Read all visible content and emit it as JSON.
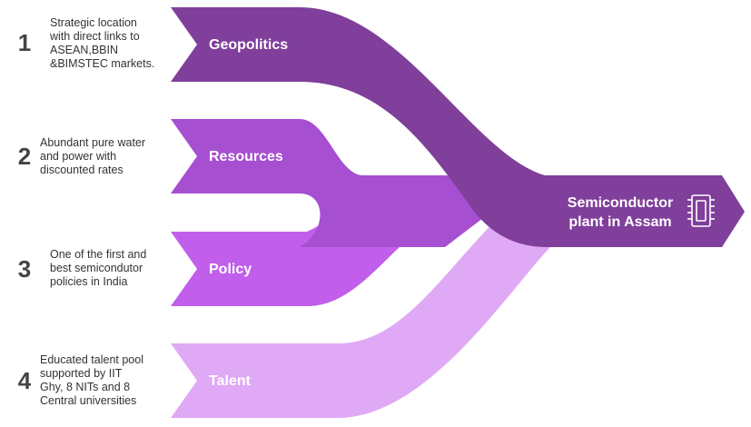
{
  "factors": [
    {
      "number": "1",
      "label": "Geopolitics",
      "description": "Strategic location\nwith direct links to\nASEAN,BBIN\n&BIMSTEC markets."
    },
    {
      "number": "2",
      "label": "Resources",
      "description": "Abundant pure water\nand power with\ndiscounted rates"
    },
    {
      "number": "3",
      "label": "Policy",
      "description": "One of the first and\nbest semicondutor\npolicies in India"
    },
    {
      "number": "4",
      "label": "Talent",
      "description": "Educated talent pool\nsupported by  IIT\nGhy, 8 NITs and 8\nCentral universities"
    }
  ],
  "target": {
    "line1": "Semiconductor",
    "line2": "plant in Assam",
    "icon": "microchip-icon"
  },
  "colors": {
    "geopolitics": "#7F3F9B",
    "resources": "#A64FD1",
    "policy": "#C15EEB",
    "talent": "#E0A9F5",
    "target": "#7F3F9B",
    "number": "#444444",
    "description": "#333333"
  }
}
